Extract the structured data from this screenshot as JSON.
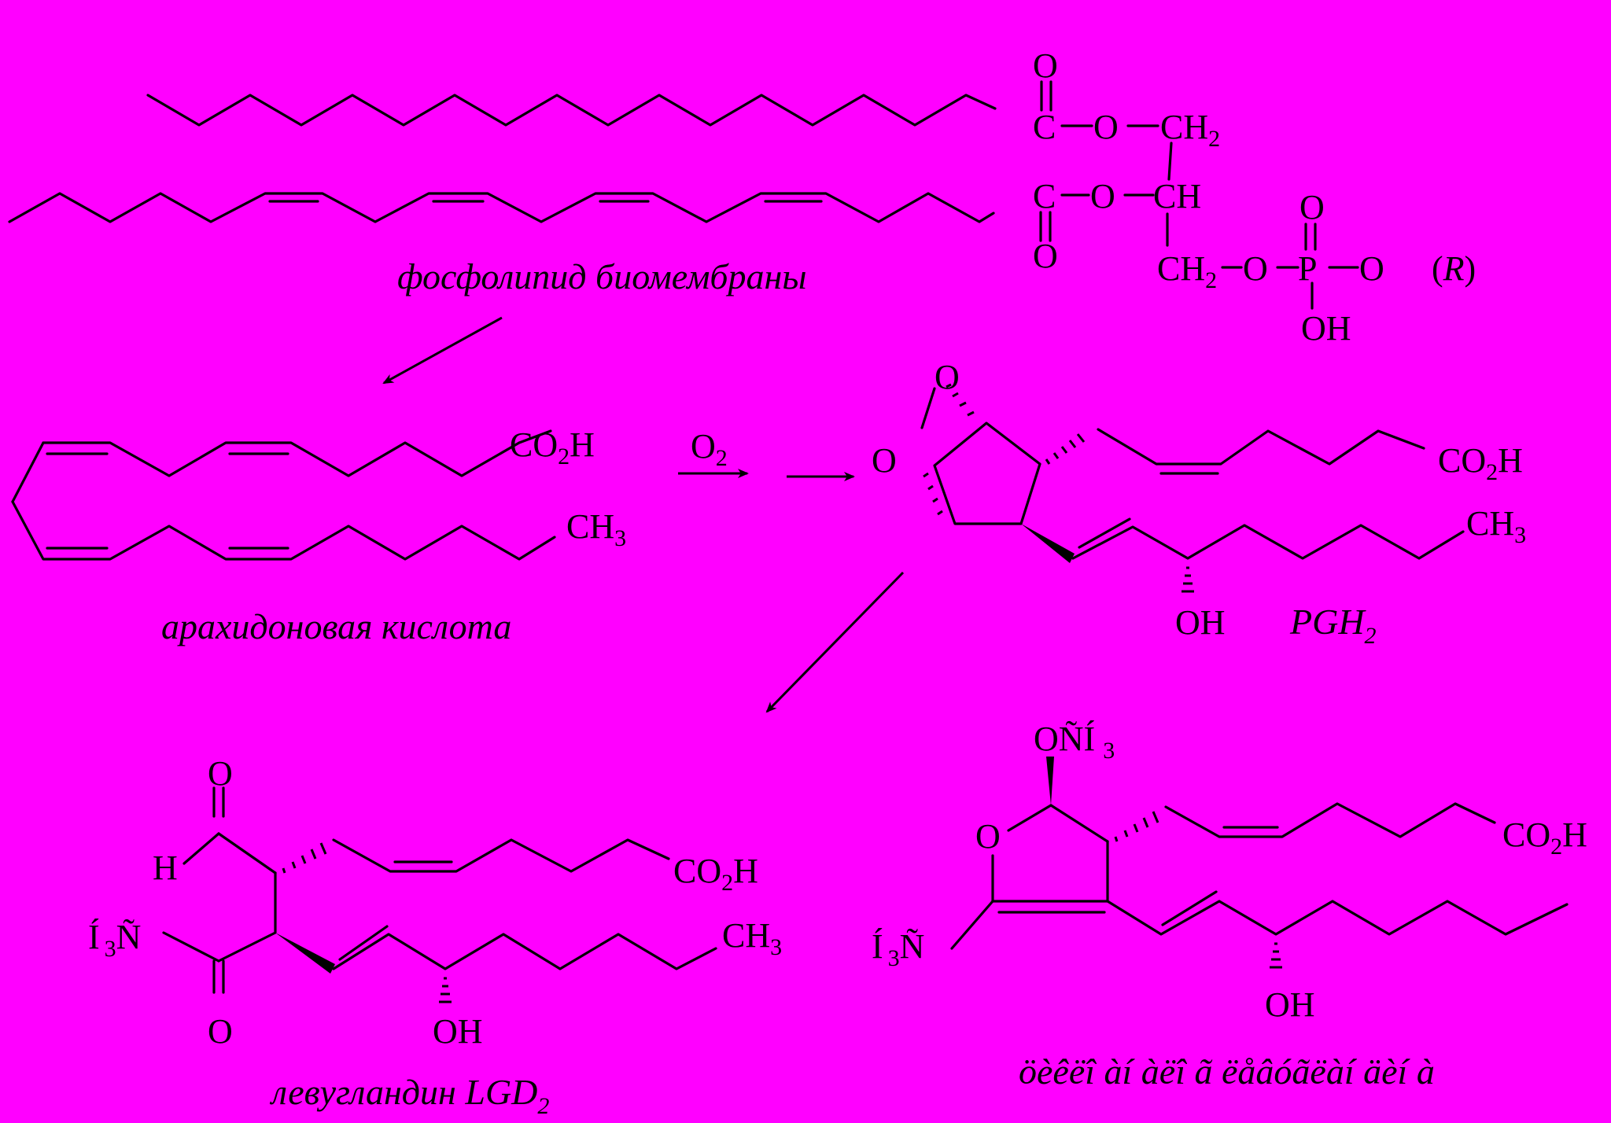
{
  "colors": {
    "background": "#ff00ff",
    "ink": "#000000"
  },
  "captions": {
    "phospholipid": "фосфолипид биомембраны",
    "arachidonic": "арахидоновая кислота",
    "pgh": "PGH",
    "pgh_sub": "2",
    "lgd": "левугландин LGD",
    "lgd_sub": "2",
    "garbled": "öèêëî àí àëî ã ëåâóãëàí äèí à"
  },
  "phospholipid": {
    "O": "O",
    "C": "C",
    "CH2": "CH",
    "sub2": "2",
    "CH": "CH",
    "P": "P",
    "OH": "OH",
    "R_open": "(",
    "R": "R",
    "R_close": ")"
  },
  "arachidonic": {
    "CO2H_a": "CO",
    "CO2H_sub": "2",
    "CO2H_b": "H",
    "CH3": "CH",
    "CH3_sub": "3"
  },
  "reagent": {
    "O2": "O",
    "O2_sub": "2"
  },
  "pgh": {
    "O": "O",
    "CO2H_a": "CO",
    "CO2H_sub": "2",
    "CO2H_b": "H",
    "CH3": "CH",
    "CH3_sub": "3",
    "OH": "OH"
  },
  "lgd": {
    "O": "O",
    "H": "H",
    "H3C_a": "Í",
    "H3C_sub": "3",
    "H3C_b": "Ñ",
    "CO2H_a": "CO",
    "CO2H_sub": "2",
    "CO2H_b": "H",
    "CH3": "CH",
    "CH3_sub": "3",
    "OH": "OH"
  },
  "cyclic": {
    "OCH3_a": "OÑÍ",
    "OCH3_sub": "3",
    "O": "O",
    "H3C_a": "Í",
    "H3C_sub": "3",
    "H3C_b": "Ñ",
    "CO2H_a": "CO",
    "CO2H_sub": "2",
    "CO2H_b": "H",
    "OH": "OH"
  }
}
